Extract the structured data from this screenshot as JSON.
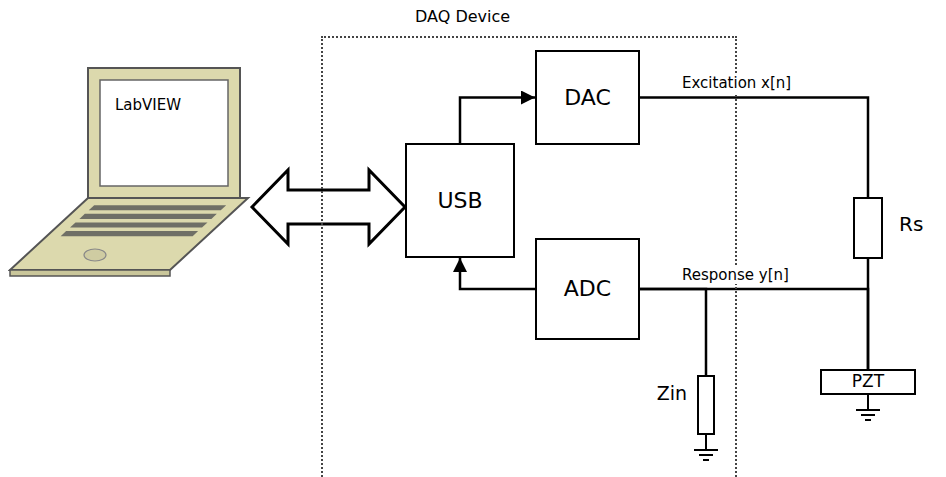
{
  "diagram": {
    "nodes": [
      {
        "text": [
          "LabVIEW"
        ]
      },
      {
        "text": [
          "DAQ Device"
        ]
      },
      {
        "text": [
          "USB"
        ],
        "in": 1
      },
      {
        "text": [
          "DAC"
        ],
        "in": 1
      },
      {
        "text": [
          "ADC"
        ],
        "in": 1
      },
      {
        "text": [
          "Zin"
        ],
        "in": 1
      },
      {
        "text": [
          "Rs"
        ]
      },
      {
        "text": [
          "PZT"
        ]
      }
    ],
    "edges": [
      {
        "from": 0,
        "to": 2,
        "arrow": "both"
      },
      {
        "from": 2,
        "to": 3,
        "arrow": "to"
      },
      {
        "from": 4,
        "to": 2,
        "arrow": "to"
      },
      {
        "from": 3,
        "to": 6,
        "label": "Excitation x[n]",
        "arrow": "none"
      },
      {
        "from": 6,
        "to": 7,
        "arrow": "none"
      },
      {
        "from": 4,
        "to": 7,
        "label": "Response y[n]",
        "arrow": "none"
      },
      {
        "from": 4,
        "to": 5,
        "arrow": "none"
      }
    ]
  }
}
